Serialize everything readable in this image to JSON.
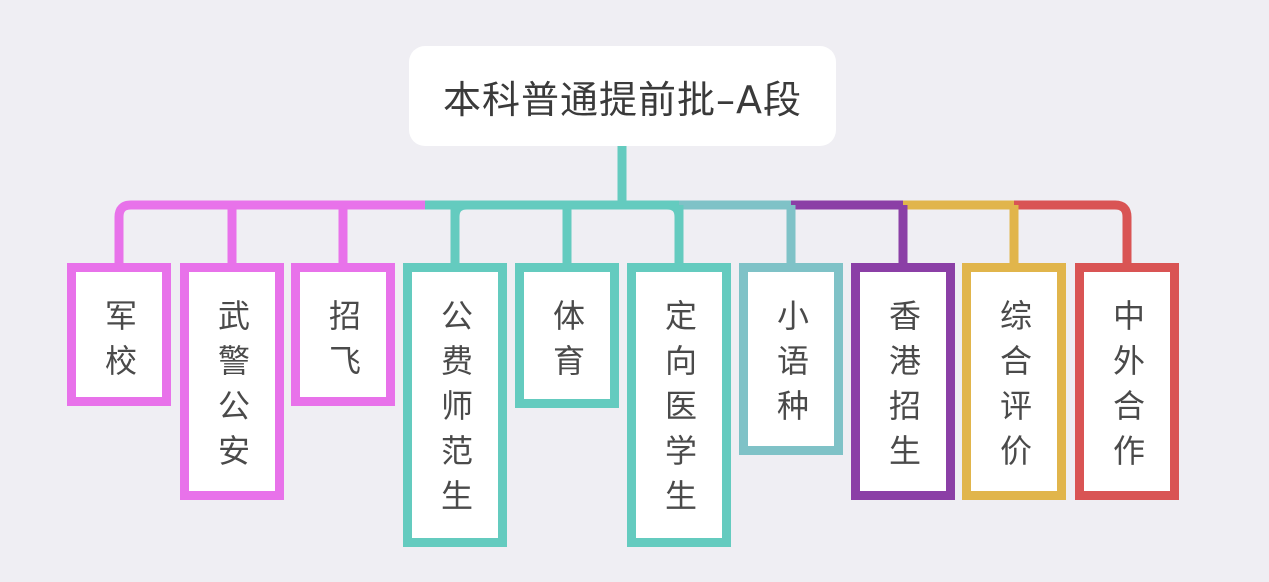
{
  "root": {
    "title": "本科普通提前批–A段"
  },
  "children": [
    {
      "label": "军校",
      "color": "#e872ea"
    },
    {
      "label": "武警公安",
      "color": "#e872ea"
    },
    {
      "label": "招飞",
      "color": "#e872ea"
    },
    {
      "label": "公费师范生",
      "color": "#64cbbf"
    },
    {
      "label": "体育",
      "color": "#64cbbf"
    },
    {
      "label": "定向医学生",
      "color": "#64cbbf"
    },
    {
      "label": "小语种",
      "color": "#7fc2c7"
    },
    {
      "label": "香港招生",
      "color": "#8b3fa6"
    },
    {
      "label": "综合评价",
      "color": "#e1b54b"
    },
    {
      "label": "中外合作",
      "color": "#d95454"
    }
  ]
}
